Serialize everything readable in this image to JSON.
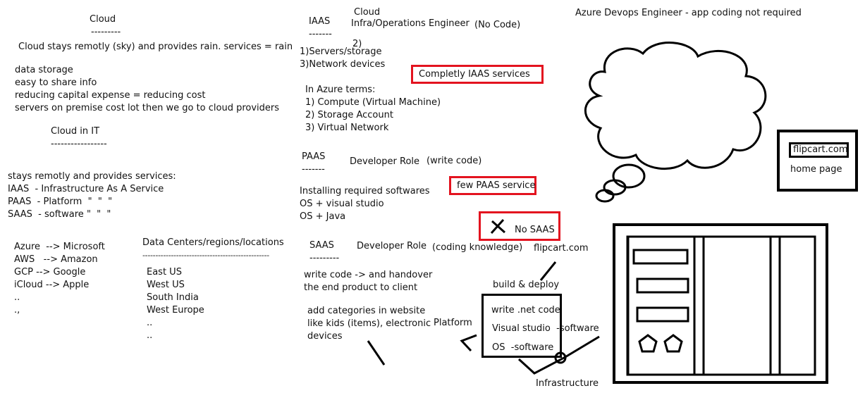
{
  "left": {
    "cloud_title": "Cloud",
    "cloud_underline": "---------",
    "cloud_def": "Cloud stays remotly (sky) and provides rain. services = rain",
    "benefits": [
      "data storage",
      "easy to share info",
      "reducing capital expense = reducing cost",
      "servers on premise cost lot then we go to cloud providers"
    ],
    "cloud_it_title": "Cloud in IT",
    "cloud_it_underline": "-----------------",
    "services_intro": "stays remotly and provides services:",
    "service_types": [
      "IAAS  - Infrastructure As A Service",
      "PAAS  - Platform  \"  \"  \"",
      "SAAS  - software \"  \"  \""
    ],
    "providers": [
      "Azure  --> Microsoft",
      "AWS   --> Amazon",
      "GCP --> Google",
      "iCloud --> Apple",
      "..",
      ".,"
    ],
    "dc_title": "Data Centers/regions/locations",
    "dc_underline": "-------------------------------------------------",
    "dc_list": [
      "East US",
      "West US",
      "South India",
      "West Europe",
      "..",
      ".."
    ]
  },
  "middle": {
    "iaas_title": "IAAS",
    "iaas_underline": "-------",
    "cloud_label": "Cloud",
    "role_infra": "Infra/Operations Engineer",
    "no_code": "(No Code)",
    "item_two": "2)",
    "iaas_items": [
      "1)Servers/storage",
      "3)Network devices"
    ],
    "completely_iaas": "Completly IAAS services",
    "azure_terms_title": "In Azure terms:",
    "azure_terms": [
      "1) Compute (Virtual Machine)",
      "2) Storage Account",
      "3) Virtual Network"
    ],
    "paas_title": "PAAS",
    "paas_underline": "-------",
    "paas_role": "Developer Role",
    "write_code": "(write code)",
    "few_paas": "few PAAS service",
    "paas_items": [
      "Installing required softwares",
      "OS + visual studio",
      "OS + Java"
    ],
    "no_saas": "No SAAS",
    "saas_title": "SAAS",
    "saas_underline": "---------",
    "saas_role": "Developer Role",
    "coding_knowledge": "(coding knowledge)",
    "saas_desc": [
      "write code -> and handover",
      "the end product to client"
    ],
    "categories": [
      "add categories in website",
      "like kids (items), electronic",
      "devices"
    ]
  },
  "stack": {
    "flipcart": "flipcart.com",
    "build_deploy": "build & deploy",
    "write_net": "write .net code",
    "visual_studio": "Visual studio  -software",
    "os_software": "OS  -software",
    "platform": "Platform",
    "infrastructure": "Infrastructure"
  },
  "right": {
    "azure_devops": "Azure Devops Engineer - app coding not required",
    "flipcart_box": "flipcart.com",
    "home_page": "home page"
  },
  "colors": {
    "red_box": "#e3131f",
    "ink": "#000000"
  }
}
